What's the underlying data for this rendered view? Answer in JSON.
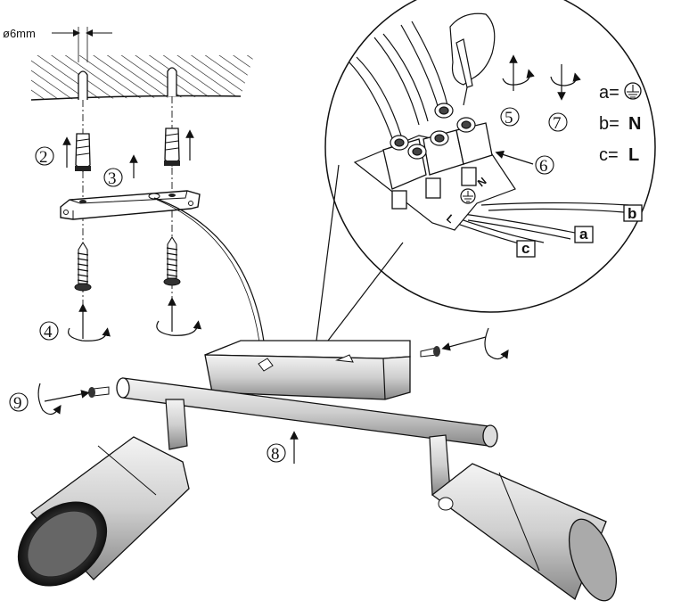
{
  "dimension": {
    "label": "ø6mm"
  },
  "steps": [
    "2",
    "3",
    "4",
    "5",
    "6",
    "7",
    "8",
    "9"
  ],
  "legend": {
    "a_prefix": "a=",
    "b_prefix": "b=",
    "b_value": "N",
    "c_prefix": "c=",
    "c_value": "L"
  },
  "wire_labels": {
    "a": "a",
    "b": "b",
    "c": "c"
  },
  "terminal_marks": {
    "n": "N",
    "l": "L"
  },
  "icons": [
    "earth-ground-symbol",
    "rotation-arrow-icon",
    "push-arrow-icon"
  ]
}
